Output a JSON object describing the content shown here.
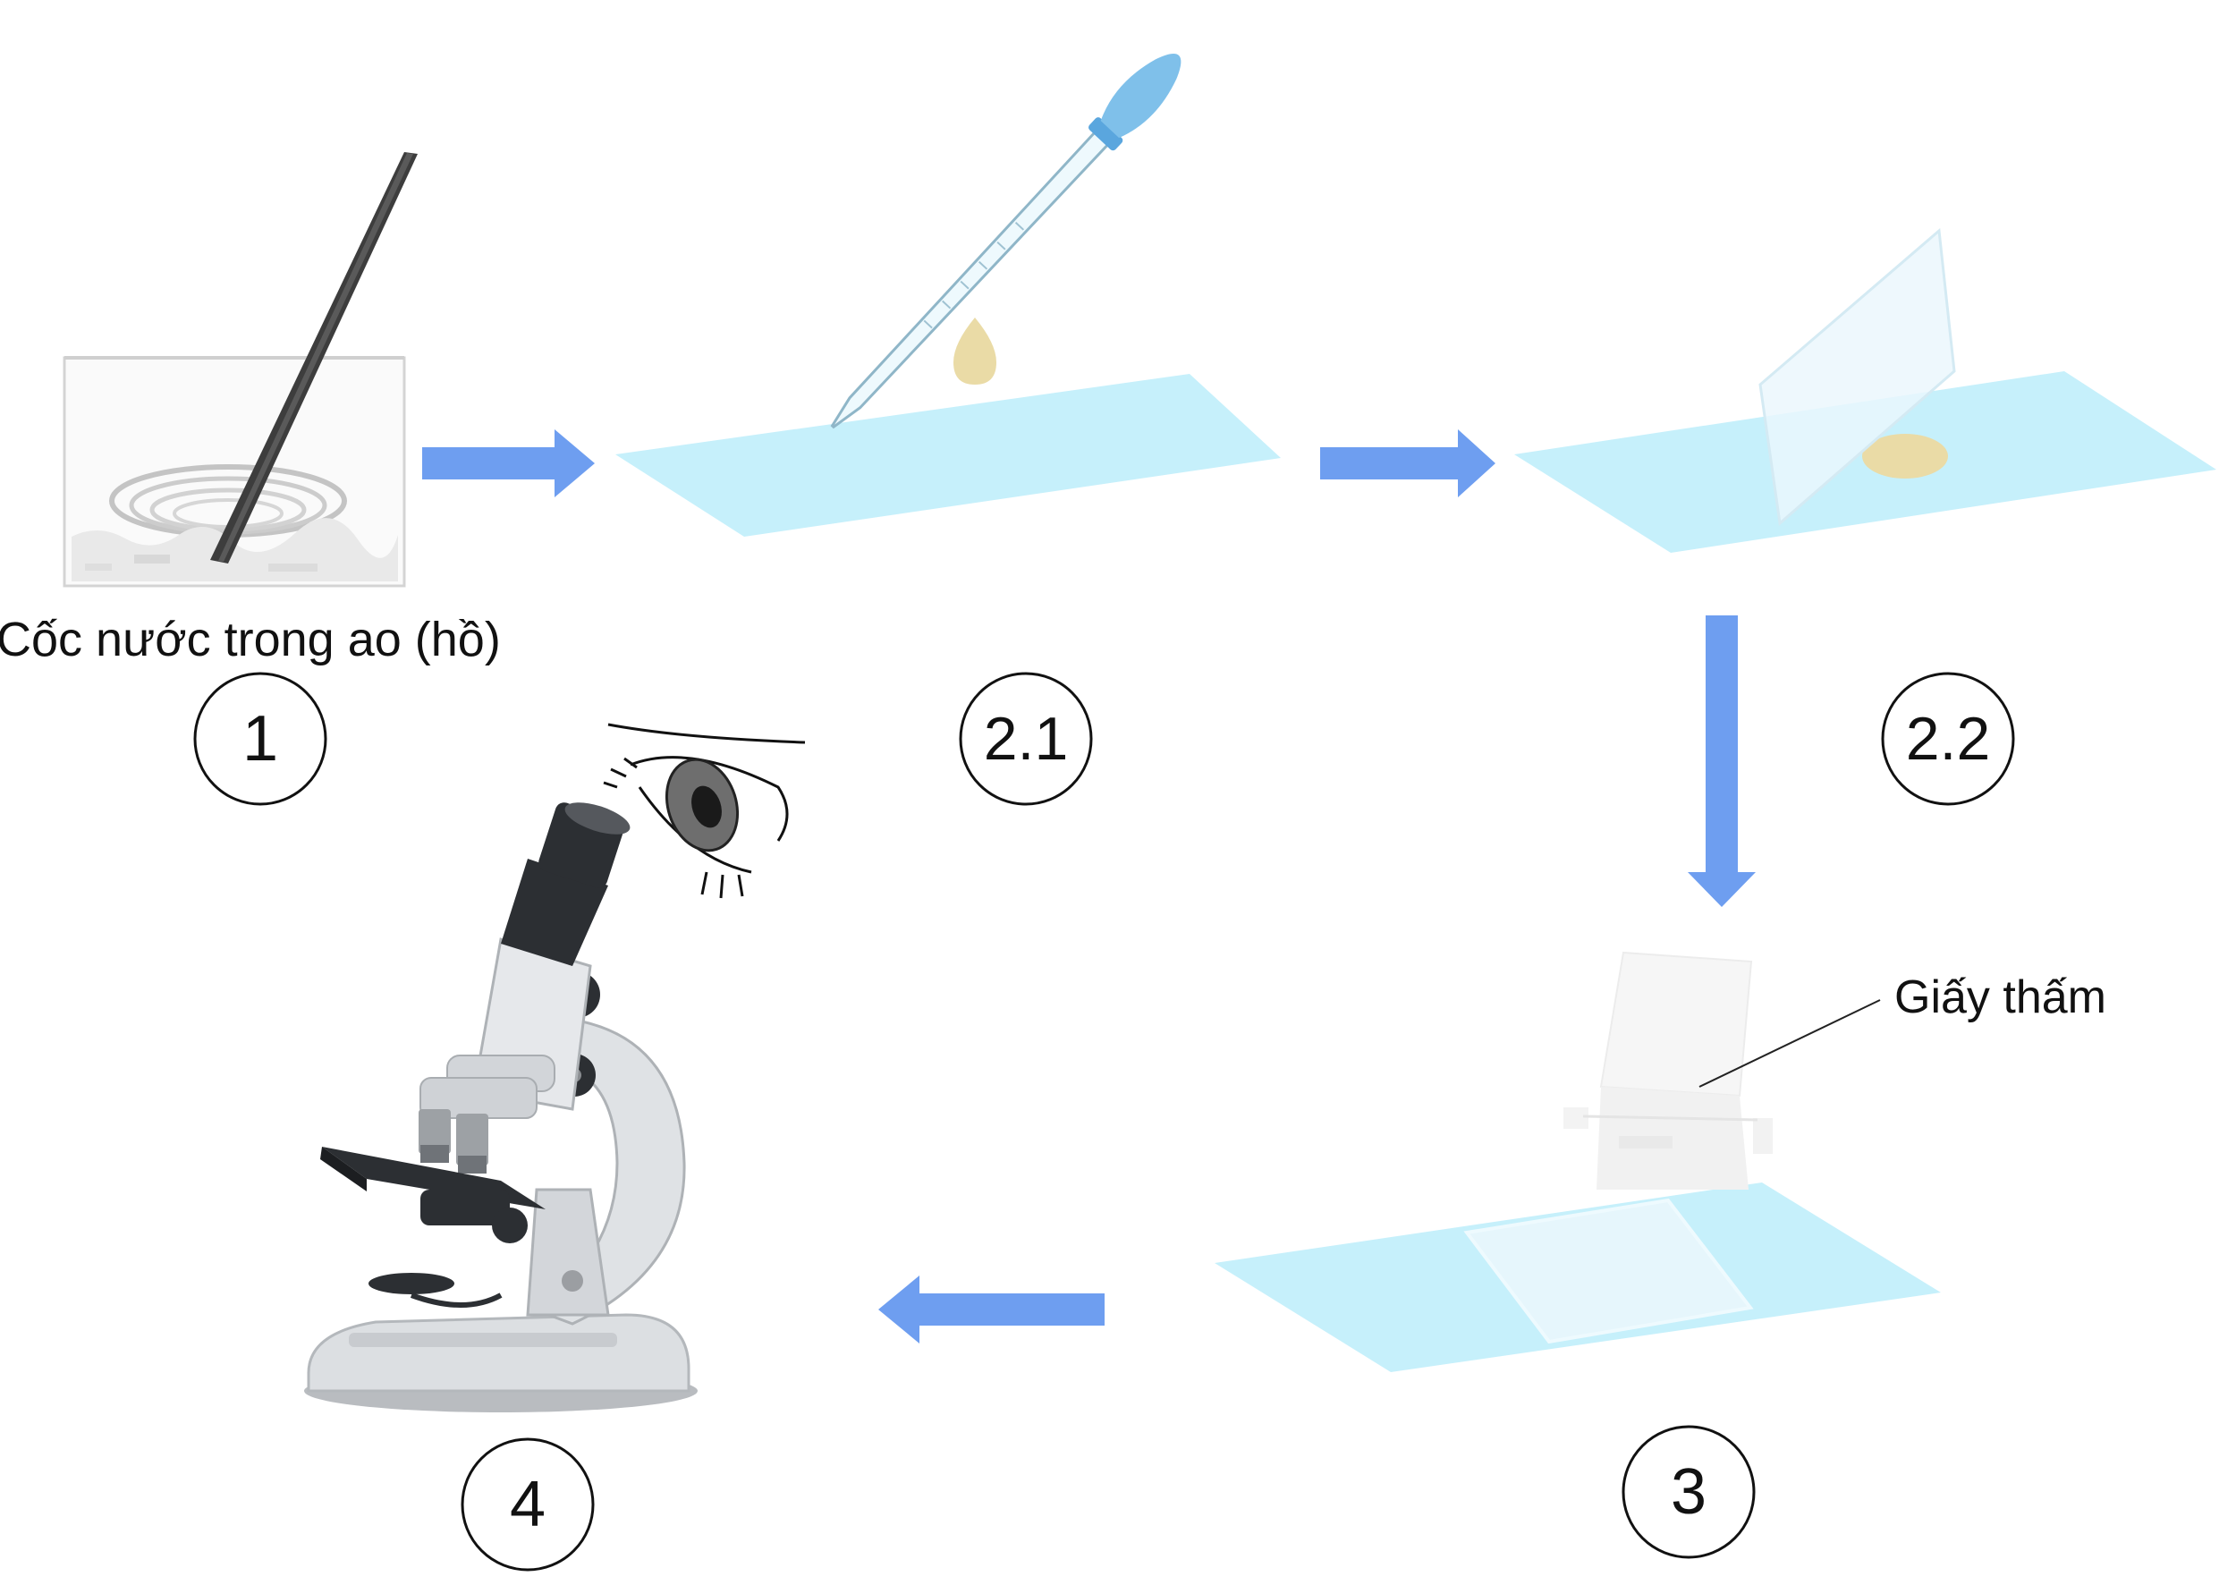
{
  "labels": {
    "beaker": "Cốc nước trong ao (hồ)",
    "blotting_paper": "Giấy thấm"
  },
  "steps": [
    "1",
    "2.1",
    "2.2",
    "3",
    "4"
  ],
  "colors": {
    "arrow": "#6e9ef0",
    "slide": "#c6f0fb",
    "cover_slip": "#e6f6fc",
    "sample_drop": "#eadba6",
    "dropper_bulb": "#7fc0ea",
    "microscope_body": "#d6d9dc",
    "microscope_dark": "#2c2f33"
  },
  "icons": [
    "beaker-icon",
    "stirring-rod-icon",
    "dropper-icon",
    "water-drop-icon",
    "glass-slide-icon",
    "cover-slip-icon",
    "blotting-paper-icon",
    "microscope-icon",
    "eye-icon",
    "arrow-right-icon",
    "arrow-down-icon",
    "arrow-left-icon"
  ]
}
